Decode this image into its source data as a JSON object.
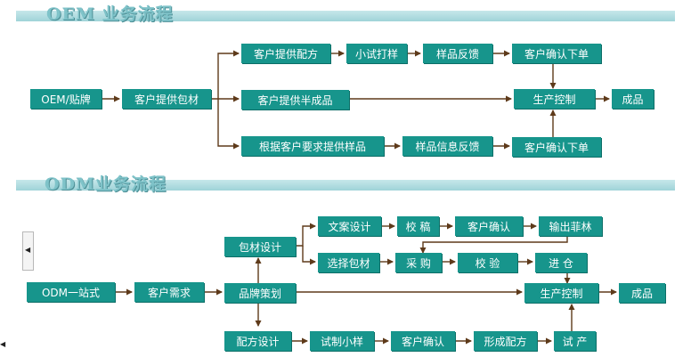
{
  "oem": {
    "title": "OEM 业务流程",
    "nodes": {
      "start": "OEM/贴牌",
      "supply": "客户提供包材",
      "formula": "客户提供配方",
      "trial": "小试打样",
      "feedback": "样品反馈",
      "order1": "客户确认下单",
      "semi": "客户提供半成品",
      "control": "生产控制",
      "product": "成品",
      "sample": "根据客户要求提供样品",
      "info": "样品信息反馈",
      "order2": "客户确认下单"
    }
  },
  "odm": {
    "title": "ODM业务流程",
    "nodes": {
      "start": "ODM一站式",
      "demand": "客户需求",
      "brand": "品牌策划",
      "pack": "包材设计",
      "copy": "文案设计",
      "proof": "校 稿",
      "confirm1": "客户确认",
      "film": "输出菲林",
      "choose": "选择包材",
      "buy": "采 购",
      "inspect": "校 验",
      "stock": "进 仓",
      "control": "生产控制",
      "product": "成品",
      "formula": "配方设计",
      "small": "试制小样",
      "confirm2": "客户确认",
      "form": "形成配方",
      "test": "试 产"
    }
  },
  "colors": {
    "box": "#17958c",
    "line": "#5e3a1a",
    "band": "#a9d9de"
  }
}
